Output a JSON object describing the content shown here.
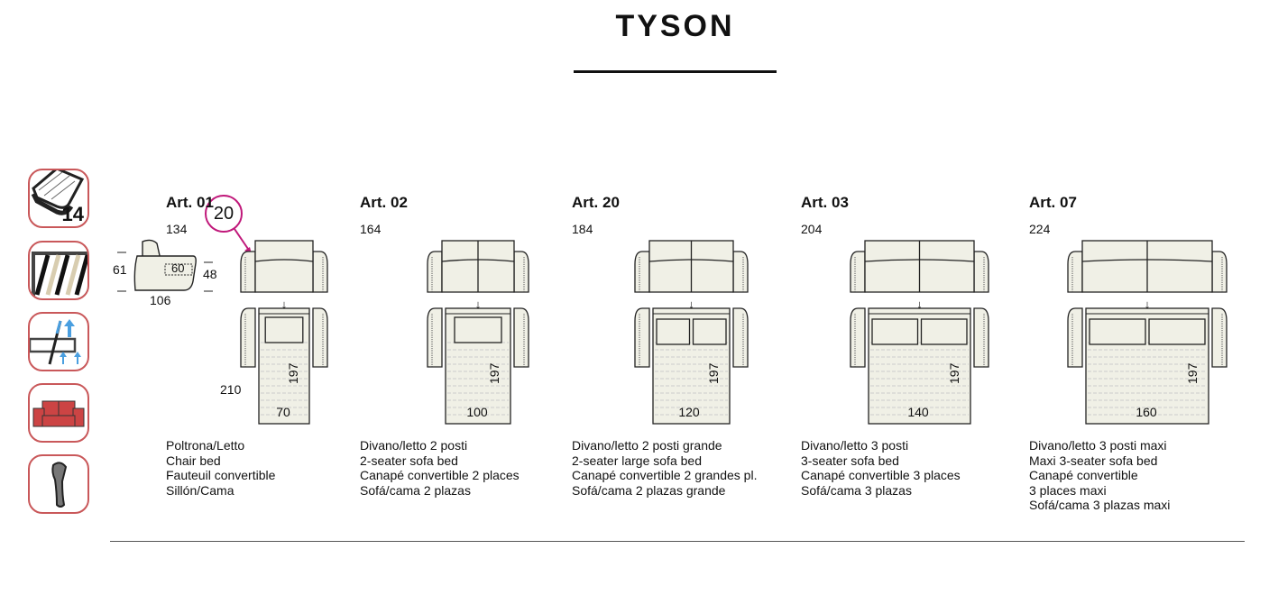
{
  "title": "TYSON",
  "features": [
    {
      "icon": "seat-cushion-thickness-icon",
      "label": "14"
    },
    {
      "icon": "slatted-bed-base-icon"
    },
    {
      "icon": "opening-mechanism-icon"
    },
    {
      "icon": "sofa-icon"
    },
    {
      "icon": "armrest-profile-icon"
    }
  ],
  "side_view": {
    "height": "61",
    "seat_height": "48",
    "depth": "106",
    "seat_depth": "60"
  },
  "arm_badge": "20",
  "articles": [
    {
      "name": "Art. 01",
      "width": "134",
      "bed_width": "70",
      "bed_length": "197",
      "open_length": "210",
      "mattress_pillows": 1,
      "desc": [
        "Poltrona/Letto",
        "Chair bed",
        "Fauteuil convertible",
        "Sillón/Cama"
      ]
    },
    {
      "name": "Art. 02",
      "width": "164",
      "bed_width": "100",
      "bed_length": "197",
      "mattress_pillows": 1,
      "desc": [
        "Divano/letto 2 posti",
        "2-seater sofa bed",
        "Canapé convertible 2 places",
        "Sofá/cama 2 plazas"
      ]
    },
    {
      "name": "Art. 20",
      "width": "184",
      "bed_width": "120",
      "bed_length": "197",
      "mattress_pillows": 2,
      "desc": [
        "Divano/letto 2 posti grande",
        "2-seater large sofa bed",
        "Canapé convertible 2 grandes pl.",
        "Sofá/cama 2 plazas grande"
      ]
    },
    {
      "name": "Art. 03",
      "width": "204",
      "bed_width": "140",
      "bed_length": "197",
      "mattress_pillows": 2,
      "desc": [
        "Divano/letto 3 posti",
        "3-seater sofa bed",
        "Canapé convertible 3 places",
        "Sofá/cama 3 plazas"
      ]
    },
    {
      "name": "Art. 07",
      "width": "224",
      "bed_width": "160",
      "bed_length": "197",
      "mattress_pillows": 2,
      "desc": [
        "Divano/letto 3 posti maxi",
        "Maxi 3-seater sofa bed",
        "Canapé convertible",
        "3 places maxi",
        "Sofá/cama 3 plazas maxi"
      ]
    }
  ],
  "colors": {
    "accent": "#c9585a",
    "badge": "#c0187a",
    "fabric": "#f0f0e6",
    "arrow_blue": "#4a9fe0"
  }
}
